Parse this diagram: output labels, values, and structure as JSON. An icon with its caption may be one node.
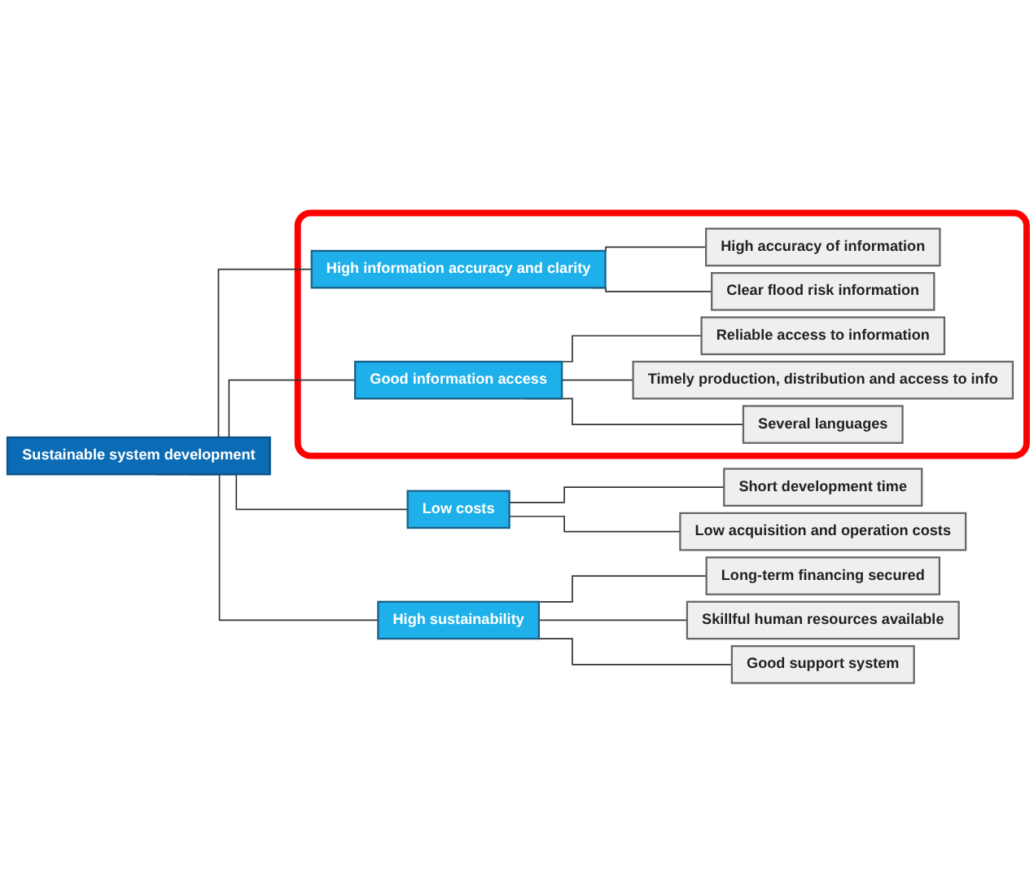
{
  "diagram": {
    "nodes": [
      {
        "text": [
          "Sustainable system development"
        ]
      },
      {
        "text": [],
        "shape": "box"
      },
      {
        "text": [
          "High information accuracy and clarity"
        ],
        "in": 1
      },
      {
        "text": [
          "High accuracy of information"
        ],
        "in": 1
      },
      {
        "text": [
          "Clear flood risk information"
        ],
        "in": 1
      },
      {
        "text": [
          "Good information access"
        ],
        "in": 1
      },
      {
        "text": [
          "Reliable access to information"
        ],
        "in": 1
      },
      {
        "text": [
          "Timely production, distribution and access to info"
        ],
        "in": 1
      },
      {
        "text": [
          "Several languages"
        ],
        "in": 1
      },
      {
        "text": [
          "Low costs"
        ]
      },
      {
        "text": [
          "Short development time"
        ]
      },
      {
        "text": [
          "Low acquisition and operation costs"
        ]
      },
      {
        "text": [
          "High sustainability"
        ]
      },
      {
        "text": [
          "Long-term financing secured"
        ]
      },
      {
        "text": [
          "Skillful human resources available"
        ]
      },
      {
        "text": [
          "Good support system"
        ]
      }
    ],
    "edges": [
      {
        "from": 0,
        "to": 2,
        "arrow": "none"
      },
      {
        "from": 0,
        "to": 5,
        "arrow": "none"
      },
      {
        "from": 0,
        "to": 9,
        "arrow": "none"
      },
      {
        "from": 0,
        "to": 12,
        "arrow": "none"
      },
      {
        "from": 2,
        "to": 3,
        "arrow": "none"
      },
      {
        "from": 2,
        "to": 4,
        "arrow": "none"
      },
      {
        "from": 5,
        "to": 6,
        "arrow": "none"
      },
      {
        "from": 5,
        "to": 7,
        "arrow": "none"
      },
      {
        "from": 5,
        "to": 8,
        "arrow": "none"
      },
      {
        "from": 9,
        "to": 10,
        "arrow": "none"
      },
      {
        "from": 9,
        "to": 11,
        "arrow": "none"
      },
      {
        "from": 12,
        "to": 13,
        "arrow": "none"
      },
      {
        "from": 12,
        "to": 14,
        "arrow": "none"
      },
      {
        "from": 12,
        "to": 15,
        "arrow": "none"
      }
    ]
  }
}
